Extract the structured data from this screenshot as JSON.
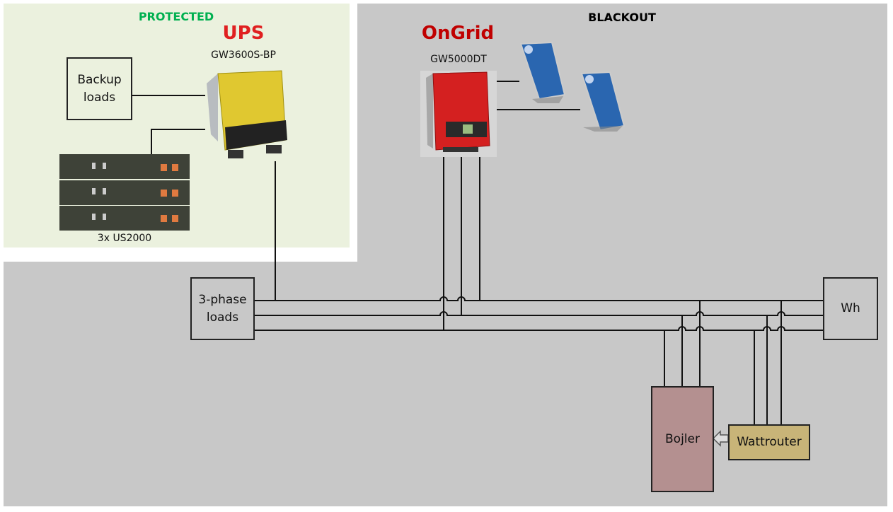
{
  "zones": {
    "protected": {
      "label": "PROTECTED",
      "color": "#00b050",
      "fill": "#ebf1de"
    },
    "blackout": {
      "label": "BLACKOUT",
      "fill": "#c8c8c8"
    }
  },
  "ups": {
    "title": "UPS",
    "model": "GW3600S-BP",
    "title_color": "#e02020"
  },
  "ongrid": {
    "title": "OnGrid",
    "model": "GW5000DT",
    "title_color": "#c00000"
  },
  "battery": {
    "label": "3x US2000"
  },
  "boxes": {
    "backup_loads": {
      "line1": "Backup",
      "line2": "loads"
    },
    "three_phase_loads": {
      "line1": "3-phase",
      "line2": "loads"
    },
    "meter": {
      "label": "Wh"
    },
    "boiler": {
      "label": "Bojler",
      "fill": "#b49090"
    },
    "wattrouter": {
      "label": "Wattrouter",
      "fill": "#c8b478"
    }
  }
}
